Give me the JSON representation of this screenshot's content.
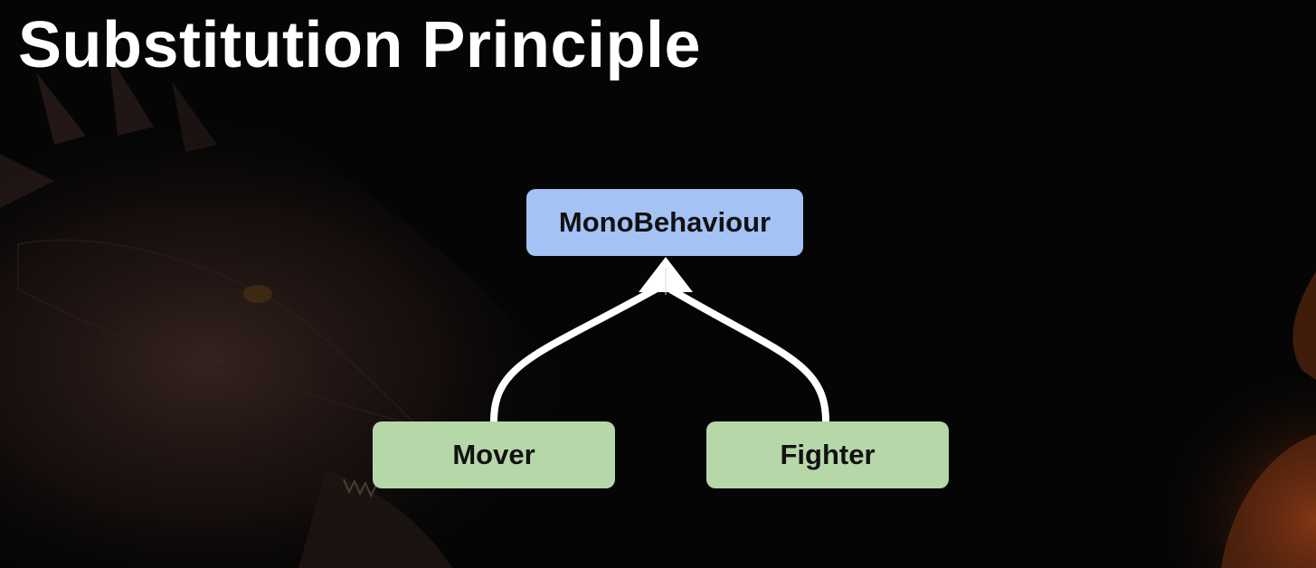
{
  "slide": {
    "title": "Substitution Principle"
  },
  "diagram": {
    "parent": {
      "label": "MonoBehaviour",
      "color": "#a4c2f4"
    },
    "children": [
      {
        "label": "Mover",
        "color": "#b6d7a8"
      },
      {
        "label": "Fighter",
        "color": "#b6d7a8"
      }
    ],
    "relationship": "inheritance",
    "connector_color": "#ffffff"
  },
  "background": {
    "base_color": "#050505",
    "image_subject": "dragon-head",
    "glow_color": "#c8501a"
  }
}
